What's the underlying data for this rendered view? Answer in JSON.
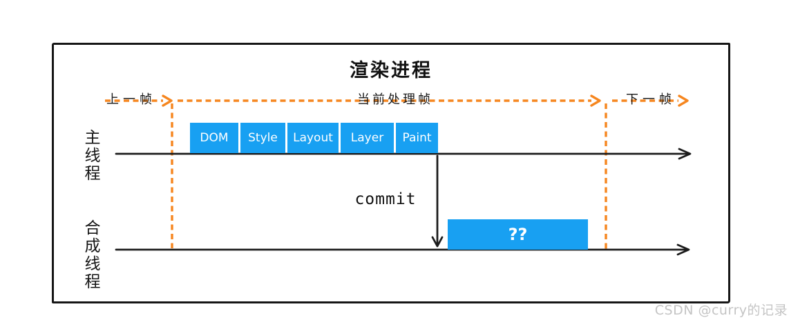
{
  "title": "渲染进程",
  "timeline": {
    "prev_frame": "上一帧",
    "current_frame": "当前处理帧",
    "next_frame": "下一帧"
  },
  "threads": {
    "main": "主线程",
    "compositor": "合成线程"
  },
  "stages": [
    "DOM",
    "Style",
    "Layout",
    "Layer",
    "Paint"
  ],
  "commit_label": "commit",
  "compositor_task": "??",
  "watermark": "CSDN @curry的记录",
  "colors": {
    "stage_fill": "#18A0F2",
    "frame_timeline_orange": "#F6861F",
    "line_black": "#1c1c1c",
    "watermark_gray": "#C4C4C4"
  }
}
